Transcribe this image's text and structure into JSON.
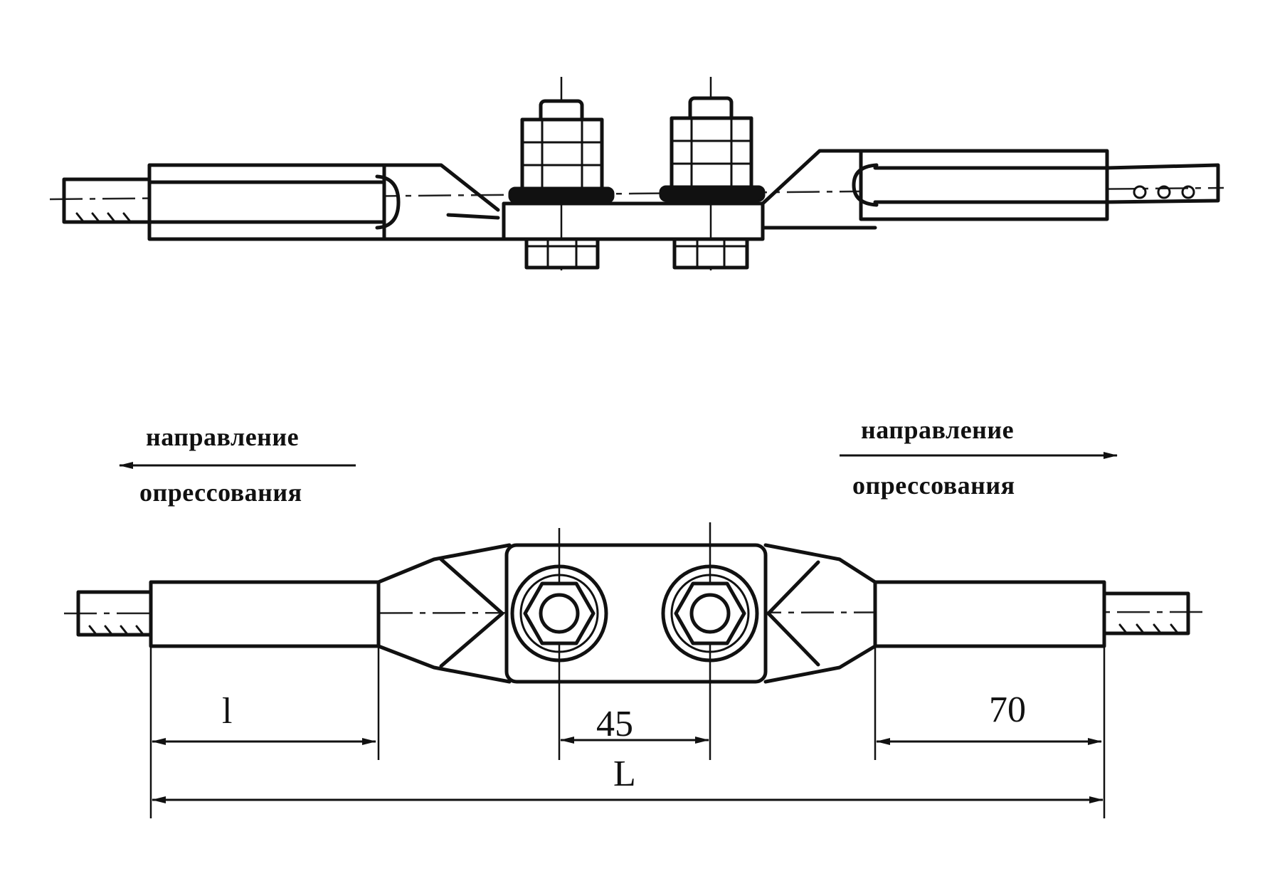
{
  "direction_left": {
    "line1": "направление",
    "line2": "опрессования"
  },
  "direction_right": {
    "line1": "направление",
    "line2": "опрессования"
  },
  "dimensions": {
    "sleeve_length": "l",
    "bolt_spacing": "45",
    "overall_length": "L",
    "right_sleeve": "70"
  },
  "colors": {
    "ink": "#111111",
    "paper": "#ffffff"
  }
}
